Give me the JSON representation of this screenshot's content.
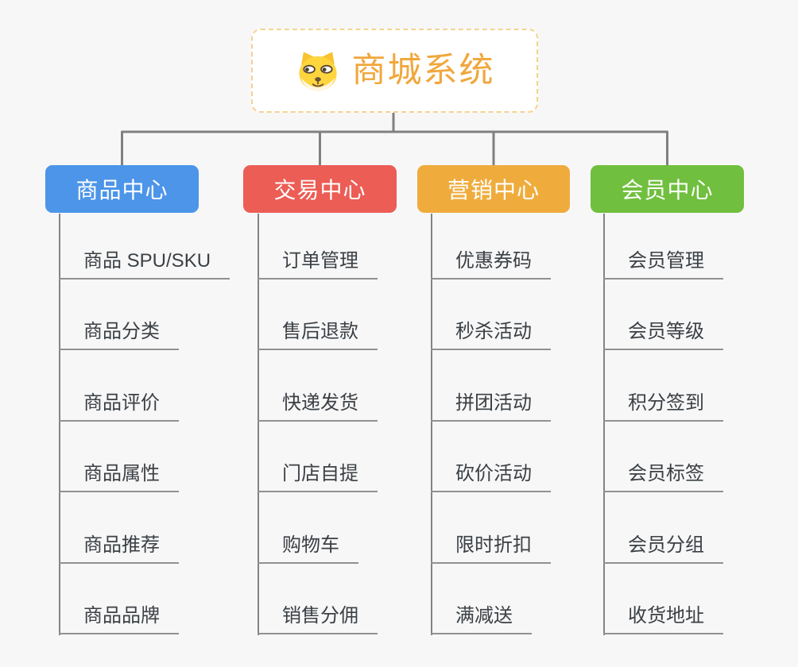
{
  "root": {
    "title": "商城系统",
    "icon": "dog-face-icon",
    "accent_color": "#f0a73c",
    "border_color": "#f6d28f"
  },
  "colors": {
    "background": "#f7f7f7",
    "connector_line": "#808080",
    "item_text": "#3b4045",
    "item_underline": "#919191"
  },
  "branches": [
    {
      "label": "商品中心",
      "color": "#4c95e8",
      "items": [
        "商品 SPU/SKU",
        "商品分类",
        "商品评价",
        "商品属性",
        "商品推荐",
        "商品品牌"
      ]
    },
    {
      "label": "交易中心",
      "color": "#eb5d55",
      "items": [
        "订单管理",
        "售后退款",
        "快递发货",
        "门店自提",
        "购物车",
        "销售分佣"
      ]
    },
    {
      "label": "营销中心",
      "color": "#efac3d",
      "items": [
        "优惠券码",
        "秒杀活动",
        "拼团活动",
        "砍价活动",
        "限时折扣",
        "满减送"
      ]
    },
    {
      "label": "会员中心",
      "color": "#70bf3e",
      "items": [
        "会员管理",
        "会员等级",
        "积分签到",
        "会员标签",
        "会员分组",
        "收货地址"
      ]
    }
  ]
}
